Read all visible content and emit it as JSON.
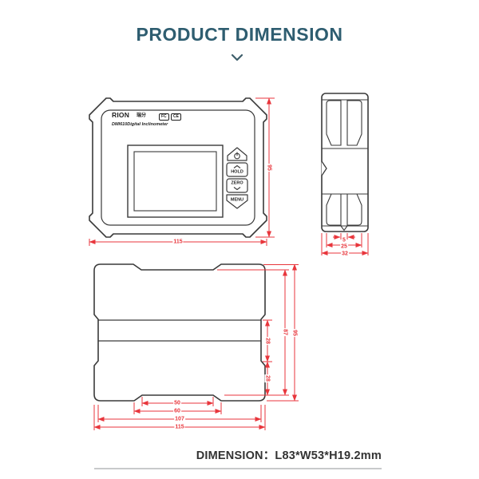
{
  "page": {
    "title": "PRODUCT DIMENSION",
    "accent_red": "#e8363c",
    "title_color": "#2e5d70",
    "icons": {
      "chevron_down": "chevron-down-icon",
      "power": "power-icon"
    }
  },
  "front_view": {
    "brand": "RION",
    "brand_cn": "瑞分",
    "cert_badges": [
      "FC",
      "CE"
    ],
    "model": "DMI610Digital Inclinometer",
    "buttons": {
      "hold": "HOLD",
      "zero": "ZERO",
      "menu": "MENU"
    },
    "dims": {
      "width": "115",
      "height": "95"
    }
  },
  "side_view": {
    "dims": {
      "slot": "5",
      "mount_width": "25",
      "thickness": "32"
    }
  },
  "bottom_view": {
    "dims": {
      "slot_inner": "50",
      "slot_outer": "60",
      "body_width": "107",
      "overall_width": "115",
      "band_upper": "28",
      "band_lower": "28",
      "inner_height": "87",
      "overall_height": "95"
    }
  },
  "footer": {
    "dimension_text": "DIMENSION：L83*W53*H19.2mm"
  }
}
